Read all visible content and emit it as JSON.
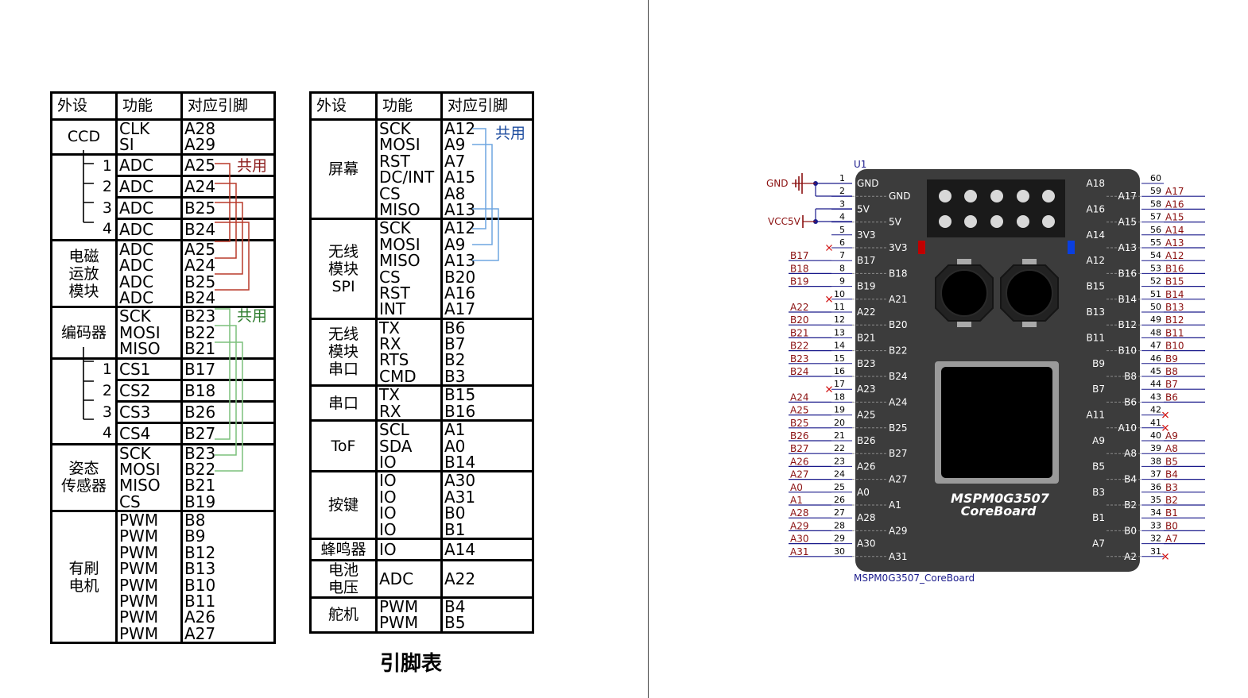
{
  "left_table": {
    "headers": [
      "外设",
      "功能",
      "对应引脚"
    ],
    "groups": [
      {
        "name": "CCD",
        "rows": [
          [
            "CLK",
            "A28"
          ],
          [
            "SI",
            "A29"
          ]
        ]
      },
      {
        "name": "1",
        "rows": [
          [
            "ADC",
            "A25"
          ]
        ]
      },
      {
        "name": "2",
        "rows": [
          [
            "ADC",
            "A24"
          ]
        ]
      },
      {
        "name": "3",
        "rows": [
          [
            "ADC",
            "B25"
          ]
        ]
      },
      {
        "name": "4",
        "rows": [
          [
            "ADC",
            "B24"
          ]
        ]
      },
      {
        "name": "电磁\n运放\n模块",
        "rows": [
          [
            "ADC",
            "A25"
          ],
          [
            "ADC",
            "A24"
          ],
          [
            "ADC",
            "B25"
          ],
          [
            "ADC",
            "B24"
          ]
        ]
      },
      {
        "name": "编码器",
        "rows": [
          [
            "SCK",
            "B23"
          ],
          [
            "MOSI",
            "B22"
          ],
          [
            "MISO",
            "B21"
          ]
        ]
      },
      {
        "name": "1",
        "rows": [
          [
            "CS1",
            "B17"
          ]
        ]
      },
      {
        "name": "2",
        "rows": [
          [
            "CS2",
            "B18"
          ]
        ]
      },
      {
        "name": "3",
        "rows": [
          [
            "CS3",
            "B26"
          ]
        ]
      },
      {
        "name": "4",
        "rows": [
          [
            "CS4",
            "B27"
          ]
        ]
      },
      {
        "name": "姿态\n传感器",
        "rows": [
          [
            "SCK",
            "B23"
          ],
          [
            "MOSI",
            "B22"
          ],
          [
            "MISO",
            "B21"
          ],
          [
            "CS",
            "B19"
          ]
        ]
      },
      {
        "name": "有刷\n电机",
        "rows": [
          [
            "PWM",
            "B8"
          ],
          [
            "PWM",
            "B9"
          ],
          [
            "PWM",
            "B12"
          ],
          [
            "PWM",
            "B13"
          ],
          [
            "PWM",
            "B10"
          ],
          [
            "PWM",
            "B11"
          ],
          [
            "PWM",
            "A26"
          ],
          [
            "PWM",
            "A27"
          ]
        ]
      }
    ],
    "shared_label_adc": "共用",
    "shared_label_enc": "共用"
  },
  "right_table": {
    "headers": [
      "外设",
      "功能",
      "对应引脚"
    ],
    "groups": [
      {
        "name": "屏幕",
        "rows": [
          [
            "SCK",
            "A12"
          ],
          [
            "MOSI",
            "A9"
          ],
          [
            "RST",
            "A7"
          ],
          [
            "DC/INT",
            "A15"
          ],
          [
            "CS",
            "A8"
          ],
          [
            "MISO",
            "A13"
          ]
        ]
      },
      {
        "name": "无线\n模块\nSPI",
        "rows": [
          [
            "SCK",
            "A12"
          ],
          [
            "MOSI",
            "A9"
          ],
          [
            "MISO",
            "A13"
          ],
          [
            "CS",
            "B20"
          ],
          [
            "RST",
            "A16"
          ],
          [
            "INT",
            "A17"
          ]
        ]
      },
      {
        "name": "无线\n模块\n串口",
        "rows": [
          [
            "TX",
            "B6"
          ],
          [
            "RX",
            "B7"
          ],
          [
            "RTS",
            "B2"
          ],
          [
            "CMD",
            "B3"
          ]
        ]
      },
      {
        "name": "串口",
        "rows": [
          [
            "TX",
            "B15"
          ],
          [
            "RX",
            "B16"
          ]
        ]
      },
      {
        "name": "ToF",
        "rows": [
          [
            "SCL",
            "A1"
          ],
          [
            "SDA",
            "A0"
          ],
          [
            "IO",
            "B14"
          ]
        ]
      },
      {
        "name": "按键",
        "rows": [
          [
            "IO",
            "A30"
          ],
          [
            "IO",
            "A31"
          ],
          [
            "IO",
            "B0"
          ],
          [
            "IO",
            "B1"
          ]
        ]
      },
      {
        "name": "蜂鸣器",
        "rows": [
          [
            "IO",
            "A14"
          ]
        ]
      },
      {
        "name": "电池\n电压",
        "rows": [
          [
            "ADC",
            "A22"
          ]
        ]
      },
      {
        "name": "舵机",
        "rows": [
          [
            "PWM",
            "B4"
          ],
          [
            "PWM",
            "B5"
          ]
        ]
      }
    ],
    "shared_label": "共用"
  },
  "table_title": "引脚表",
  "schematic": {
    "ref": "U1",
    "part_name": "MSPM0G3507_CoreBoard",
    "board_label_line1": "MSPM0G3507",
    "board_label_line2": "CoreBoard",
    "gnd_label": "GND",
    "vcc_label": "VCC5V",
    "left_pins": [
      {
        "num": "1",
        "inner": "GND",
        "net": ""
      },
      {
        "num": "2",
        "inner": "GND",
        "net": ""
      },
      {
        "num": "3",
        "inner": "5V",
        "net": ""
      },
      {
        "num": "4",
        "inner": "5V",
        "net": ""
      },
      {
        "num": "5",
        "inner": "3V3",
        "net": ""
      },
      {
        "num": "6",
        "inner": "3V3",
        "net": ""
      },
      {
        "num": "7",
        "inner": "B17",
        "net": "B17"
      },
      {
        "num": "8",
        "inner": "B18",
        "net": "B18"
      },
      {
        "num": "9",
        "inner": "B19",
        "net": "B19"
      },
      {
        "num": "10",
        "inner": "A21",
        "net": ""
      },
      {
        "num": "11",
        "inner": "A22",
        "net": "A22"
      },
      {
        "num": "12",
        "inner": "B20",
        "net": "B20"
      },
      {
        "num": "13",
        "inner": "B21",
        "net": "B21"
      },
      {
        "num": "14",
        "inner": "B22",
        "net": "B22"
      },
      {
        "num": "15",
        "inner": "B23",
        "net": "B23"
      },
      {
        "num": "16",
        "inner": "B24",
        "net": "B24"
      },
      {
        "num": "17",
        "inner": "A23",
        "net": ""
      },
      {
        "num": "18",
        "inner": "A24",
        "net": "A24"
      },
      {
        "num": "19",
        "inner": "A25",
        "net": "A25"
      },
      {
        "num": "20",
        "inner": "B25",
        "net": "B25"
      },
      {
        "num": "21",
        "inner": "B26",
        "net": "B26"
      },
      {
        "num": "22",
        "inner": "B27",
        "net": "B27"
      },
      {
        "num": "23",
        "inner": "A26",
        "net": "A26"
      },
      {
        "num": "24",
        "inner": "A27",
        "net": "A27"
      },
      {
        "num": "25",
        "inner": "A0",
        "net": "A0"
      },
      {
        "num": "26",
        "inner": "A1",
        "net": "A1"
      },
      {
        "num": "27",
        "inner": "A28",
        "net": "A28"
      },
      {
        "num": "28",
        "inner": "A29",
        "net": "A29"
      },
      {
        "num": "29",
        "inner": "A30",
        "net": "A30"
      },
      {
        "num": "30",
        "inner": "A31",
        "net": "A31"
      }
    ],
    "right_pins": [
      {
        "num": "60",
        "inner": "A18",
        "net": ""
      },
      {
        "num": "59",
        "inner": "A17",
        "net": "A17"
      },
      {
        "num": "58",
        "inner": "A16",
        "net": "A16"
      },
      {
        "num": "57",
        "inner": "A15",
        "net": "A15"
      },
      {
        "num": "56",
        "inner": "A14",
        "net": "A14"
      },
      {
        "num": "55",
        "inner": "A13",
        "net": "A13"
      },
      {
        "num": "54",
        "inner": "A12",
        "net": "A12"
      },
      {
        "num": "53",
        "inner": "B16",
        "net": "B16"
      },
      {
        "num": "52",
        "inner": "B15",
        "net": "B15"
      },
      {
        "num": "51",
        "inner": "B14",
        "net": "B14"
      },
      {
        "num": "50",
        "inner": "B13",
        "net": "B13"
      },
      {
        "num": "49",
        "inner": "B12",
        "net": "B12"
      },
      {
        "num": "48",
        "inner": "B11",
        "net": "B11"
      },
      {
        "num": "47",
        "inner": "B10",
        "net": "B10"
      },
      {
        "num": "46",
        "inner": "B9",
        "net": "B9"
      },
      {
        "num": "45",
        "inner": "B8",
        "net": "B8"
      },
      {
        "num": "44",
        "inner": "B7",
        "net": "B7"
      },
      {
        "num": "43",
        "inner": "B6",
        "net": "B6"
      },
      {
        "num": "42",
        "inner": "A11",
        "net": ""
      },
      {
        "num": "41",
        "inner": "A10",
        "net": ""
      },
      {
        "num": "40",
        "inner": "A9",
        "net": "A9"
      },
      {
        "num": "39",
        "inner": "A8",
        "net": "A8"
      },
      {
        "num": "38",
        "inner": "B5",
        "net": "B5"
      },
      {
        "num": "37",
        "inner": "B4",
        "net": "B4"
      },
      {
        "num": "36",
        "inner": "B3",
        "net": "B3"
      },
      {
        "num": "35",
        "inner": "B2",
        "net": "B2"
      },
      {
        "num": "34",
        "inner": "B1",
        "net": "B1"
      },
      {
        "num": "33",
        "inner": "B0",
        "net": "B0"
      },
      {
        "num": "32",
        "inner": "A7",
        "net": "A7"
      },
      {
        "num": "31",
        "inner": "A2",
        "net": ""
      }
    ]
  },
  "colors": {
    "adc_link": "#b83a2a",
    "enc_link": "#7cc07c",
    "screen_link": "#6ea5e0",
    "net_label": "#8b1010",
    "net_line": "#1a1a8b",
    "board_body": "#3c3c3c",
    "shared_adc_text": "#8b1a1a",
    "shared_enc_text": "#2e7d2e",
    "shared_scr_text": "#1f4ea0"
  }
}
